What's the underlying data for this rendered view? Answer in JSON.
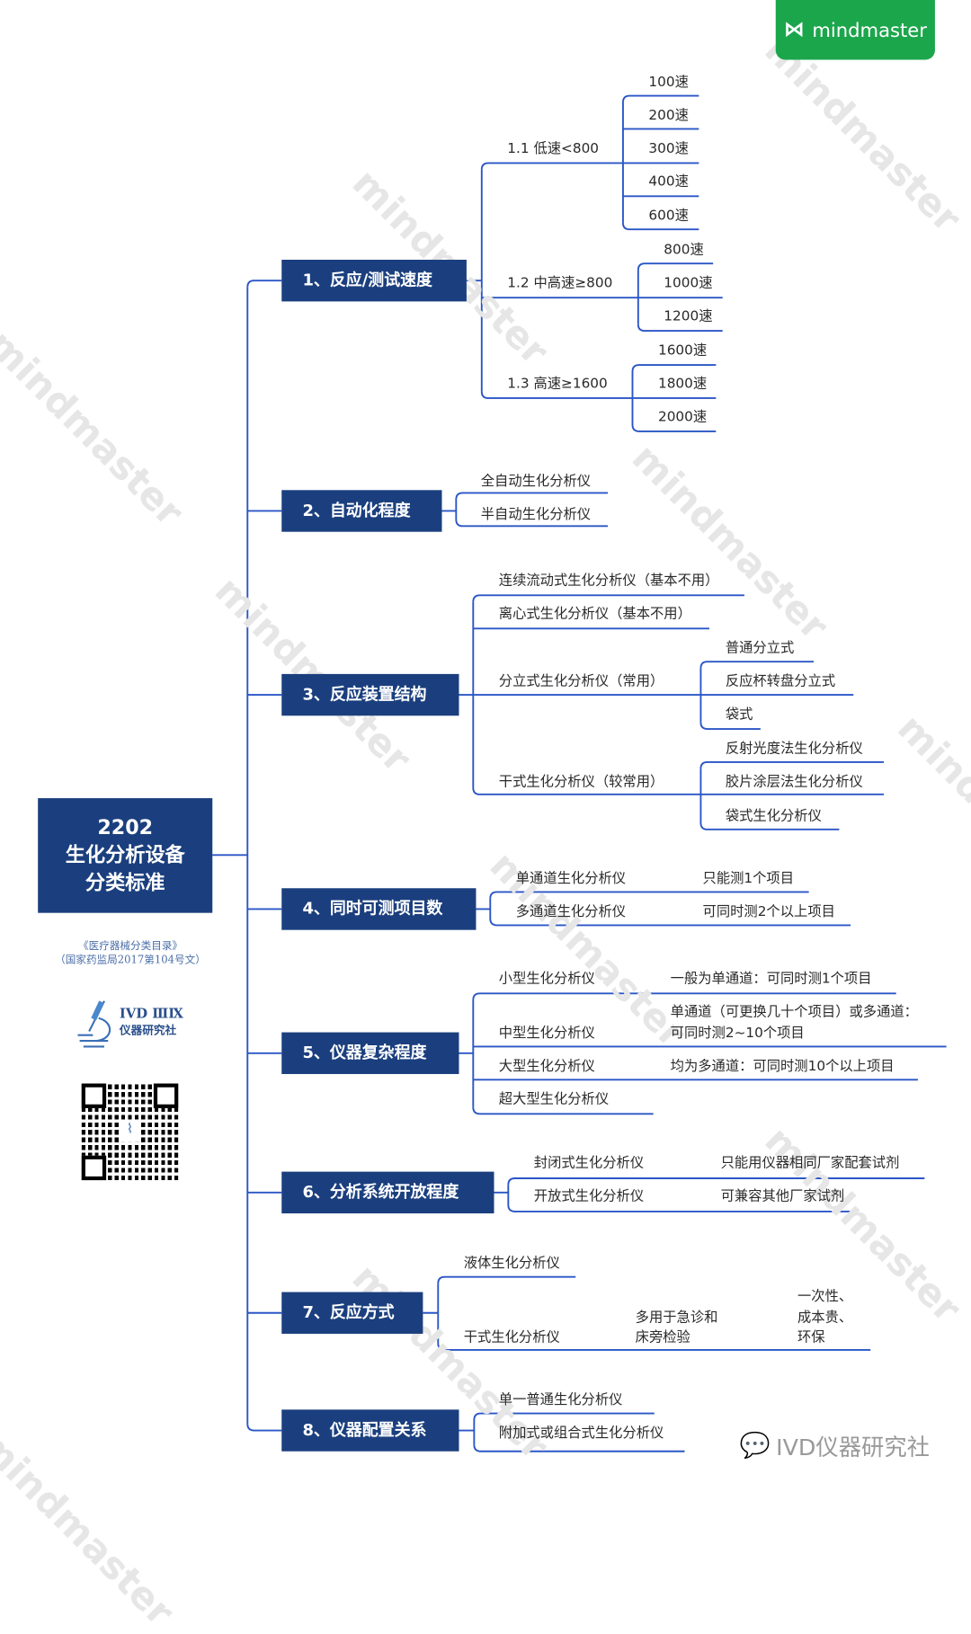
{
  "brand": "mindmaster",
  "watermark": "mindmaster",
  "root": {
    "line1": "2202",
    "line2": "生化分析设备",
    "line3": "分类标准"
  },
  "source": {
    "line1": "《医疗器械分类目录》",
    "line2": "（国家药监局2017第104号文）"
  },
  "ivd_logo": {
    "line1": "IVD",
    "line2": "仪器研究社"
  },
  "footer": "IVD仪器研究社",
  "colors": {
    "box": "#1b3f7e",
    "line": "#2a56c6",
    "brand": "#1ca64c"
  },
  "branches": [
    {
      "label": "1、反应/测试速度",
      "children": [
        {
          "label": "1.1 低速<800",
          "children": [
            "100速",
            "200速",
            "300速",
            "400速",
            "600速"
          ]
        },
        {
          "label": "1.2 中高速≥800",
          "children": [
            "800速",
            "1000速",
            "1200速"
          ]
        },
        {
          "label": "1.3 高速≥1600",
          "children": [
            "1600速",
            "1800速",
            "2000速"
          ]
        }
      ]
    },
    {
      "label": "2、自动化程度",
      "children": [
        {
          "label": "全自动生化分析仪"
        },
        {
          "label": "半自动生化分析仪"
        }
      ]
    },
    {
      "label": "3、反应装置结构",
      "children": [
        {
          "label": "连续流动式生化分析仪（基本不用）"
        },
        {
          "label": "离心式生化分析仪（基本不用）"
        },
        {
          "label": "分立式生化分析仪（常用）",
          "children": [
            "普通分立式",
            "反应杯转盘分立式",
            "袋式"
          ]
        },
        {
          "label": "干式生化分析仪（较常用）",
          "children": [
            "反射光度法生化分析仪",
            "胶片涂层法生化分析仪",
            "袋式生化分析仪"
          ]
        }
      ]
    },
    {
      "label": "4、同时可测项目数",
      "children": [
        {
          "label": "单通道生化分析仪",
          "note": "只能测1个项目"
        },
        {
          "label": "多通道生化分析仪",
          "note": "可同时测2个以上项目"
        }
      ]
    },
    {
      "label": "5、仪器复杂程度",
      "children": [
        {
          "label": "小型生化分析仪",
          "note": "一般为单通道：可同时测1个项目"
        },
        {
          "label": "中型生化分析仪",
          "note": "单通道（可更换几十个项目）或多通道：",
          "note2": "可同时测2~10个项目"
        },
        {
          "label": "大型生化分析仪",
          "note": "均为多通道：可同时测10个以上项目"
        },
        {
          "label": "超大型生化分析仪"
        }
      ]
    },
    {
      "label": "6、分析系统开放程度",
      "children": [
        {
          "label": "封闭式生化分析仪",
          "note": "只能用仪器相同厂家配套试剂"
        },
        {
          "label": "开放式生化分析仪",
          "note": "可兼容其他厂家试剂"
        }
      ]
    },
    {
      "label": "7、反应方式",
      "children": [
        {
          "label": "液体生化分析仪"
        },
        {
          "label": "干式生化分析仪",
          "note": [
            "多用于急诊和",
            "床旁检验"
          ],
          "note2": [
            "一次性、",
            "成本贵、",
            "环保"
          ]
        }
      ]
    },
    {
      "label": "8、仪器配置关系",
      "children": [
        {
          "label": "单一普通生化分析仪"
        },
        {
          "label": "附加式或组合式生化分析仪"
        }
      ]
    }
  ]
}
